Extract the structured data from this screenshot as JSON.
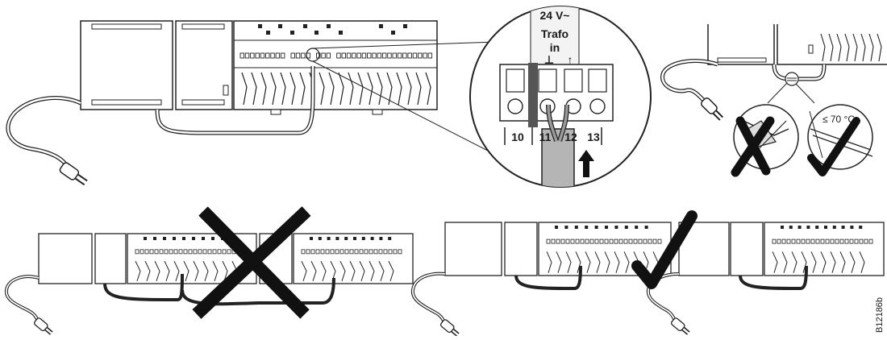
{
  "zoom_detail": {
    "voltage_label": "24 V~",
    "trafo_label": "Trafo",
    "in_label": "in",
    "ground_symbol": "⊥",
    "arrow_symbol": "↑",
    "terminals": [
      "10",
      "11",
      "12",
      "13"
    ]
  },
  "cable_detail": {
    "temperature_label": "≤ 70 °C"
  },
  "figure_code": "B12186b",
  "colors": {
    "line": "#222222",
    "panel": "#ffffff",
    "wire": "#9a9a9a",
    "cable_grey": "#b5b5b5",
    "mark": "#1a1a1a"
  },
  "icons": [
    "power-plug-icon",
    "wrong-cross-icon",
    "correct-check-icon",
    "insert-arrow-icon"
  ]
}
